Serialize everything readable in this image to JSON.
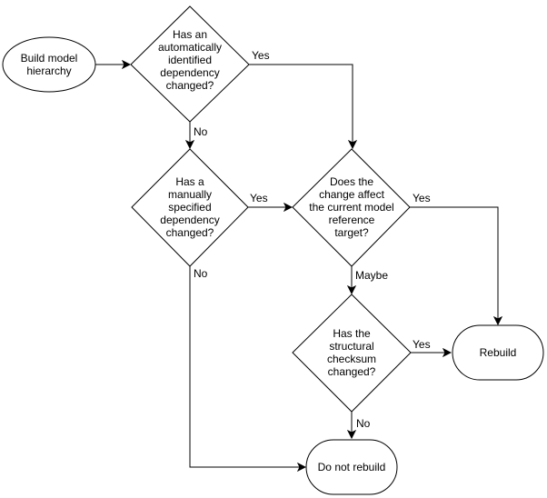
{
  "nodes": {
    "build_hierarchy": "Build model\nhierarchy",
    "auto_dep": "Has an\nautomatically\nidentified\ndependency\nchanged?",
    "manual_dep": "Has a\nmanually\nspecified\ndependency\nchanged?",
    "affect_target": "Does the\nchange affect\nthe current model\nreference\ntarget?",
    "checksum": "Has the\nstructural\nchecksum\nchanged?",
    "rebuild": "Rebuild",
    "no_rebuild": "Do not rebuild"
  },
  "edges": {
    "auto_yes": "Yes",
    "auto_no": "No",
    "manual_yes": "Yes",
    "manual_no": "No",
    "affect_yes": "Yes",
    "affect_maybe": "Maybe",
    "checksum_yes": "Yes",
    "checksum_no": "No"
  }
}
